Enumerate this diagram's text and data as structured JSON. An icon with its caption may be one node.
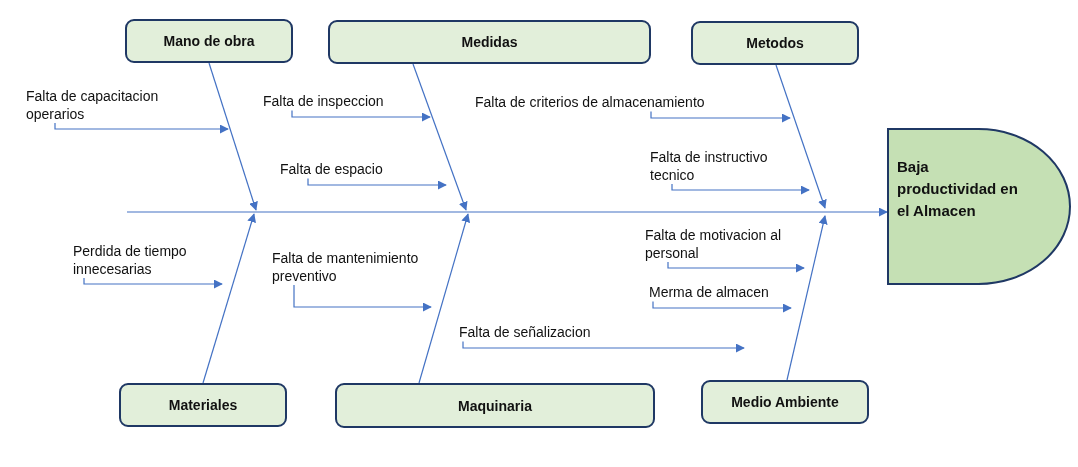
{
  "diagram": {
    "nodes": [
      {
        "text": [
          "Mano de obra"
        ]
      },
      {
        "text": [
          "Medidas"
        ]
      },
      {
        "text": [
          "Metodos"
        ]
      },
      {
        "text": [
          "Falta de capacitacion operarios"
        ]
      },
      {
        "text": [
          "Falta de inspeccion"
        ]
      },
      {
        "text": [
          "Falta de criterios de almacenamiento"
        ]
      },
      {
        "text": [
          "Falta de espacio"
        ]
      },
      {
        "text": [
          "Falta de instructivo tecnico"
        ]
      },
      {
        "text": [
          "Baja productividad en el Almacen"
        ]
      },
      {
        "text": [
          "Perdida de tiempo innecesarias"
        ]
      },
      {
        "text": [
          "Falta de mantenimiento preventivo"
        ]
      },
      {
        "text": [
          "Falta de motivacion al personal"
        ]
      },
      {
        "text": [
          "Merma de almacen"
        ]
      },
      {
        "text": [
          "Falta de señalizacion"
        ]
      },
      {
        "text": [
          "Materiales"
        ]
      },
      {
        "text": [
          "Maquinaria"
        ]
      },
      {
        "text": [
          "Medio Ambiente"
        ]
      }
    ],
    "edges": [
      {
        "from": null,
        "to": 8,
        "arrow": "to"
      },
      {
        "from": 0,
        "to": null,
        "arrow": "to"
      },
      {
        "from": 1,
        "to": null,
        "arrow": "to"
      },
      {
        "from": 2,
        "to": null,
        "arrow": "to"
      },
      {
        "from": 14,
        "to": null,
        "arrow": "to"
      },
      {
        "from": 15,
        "to": null,
        "arrow": "to"
      },
      {
        "from": 16,
        "to": null,
        "arrow": "to"
      },
      {
        "from": 3,
        "to": null,
        "arrow": "to"
      },
      {
        "from": 4,
        "to": null,
        "arrow": "to"
      },
      {
        "from": 5,
        "to": null,
        "arrow": "to"
      },
      {
        "from": 6,
        "to": null,
        "arrow": "to"
      },
      {
        "from": 7,
        "to": null,
        "arrow": "to"
      },
      {
        "from": 9,
        "to": null,
        "arrow": "to"
      },
      {
        "from": 10,
        "to": null,
        "arrow": "to"
      },
      {
        "from": 11,
        "to": null,
        "arrow": "to"
      },
      {
        "from": 12,
        "to": null,
        "arrow": "to"
      },
      {
        "from": 13,
        "to": null,
        "arrow": "to"
      }
    ]
  }
}
